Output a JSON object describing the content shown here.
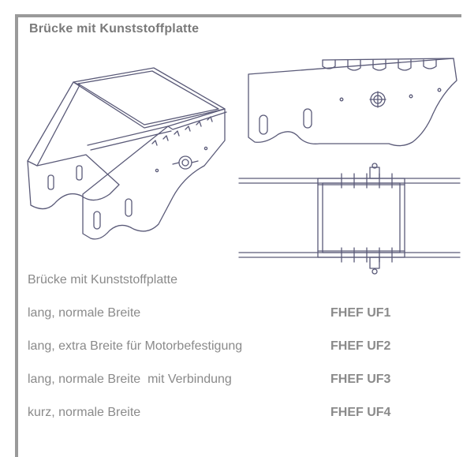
{
  "panel": {
    "title": "Brücke mit Kunststoffplatte"
  },
  "illustration": {
    "line_color": "#5a5a78"
  },
  "list": {
    "heading": "Brücke mit Kunststoffplatte",
    "rows": [
      {
        "description": "lang, normale Breite",
        "code": "FHEF UF1"
      },
      {
        "description": "lang, extra Breite für Motorbefestigung",
        "code": "FHEF UF2"
      },
      {
        "description": "lang, normale Breite  mit Verbindung",
        "code": "FHEF UF3"
      },
      {
        "description": "kurz, normale Breite",
        "code": "FHEF UF4"
      }
    ]
  }
}
